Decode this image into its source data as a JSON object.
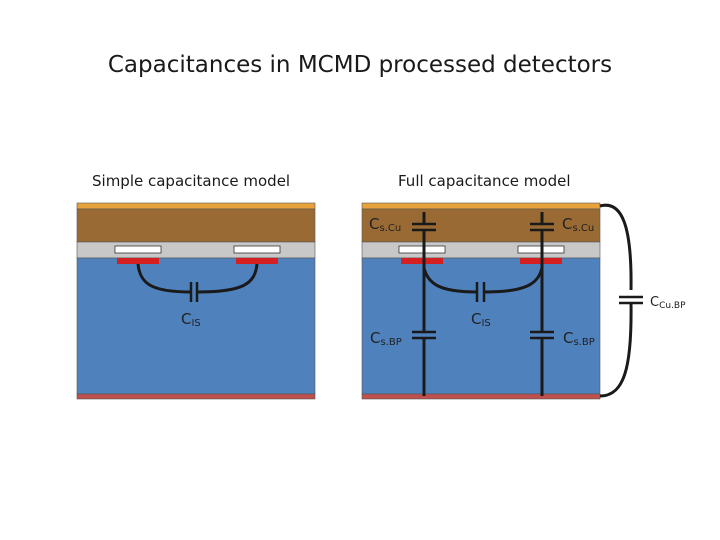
{
  "title": "Capacitances in MCMD processed detectors",
  "left_panel": {
    "subtitle": "Simple capacitance model",
    "c_is": {
      "main": "C",
      "sub": "IS"
    }
  },
  "right_panel": {
    "subtitle": "Full capacitance model",
    "c_scu": {
      "main": "C",
      "sub": "s.Cu"
    },
    "c_sbp": {
      "main": "C",
      "sub": "s.BP"
    },
    "c_is": {
      "main": "C",
      "sub": "IS"
    },
    "c_cubp": {
      "main": "C",
      "sub": "Cu.BP"
    }
  },
  "colors": {
    "copper_top": "#e8a23c",
    "copper_layer": "#9a6a34",
    "oxide": "#c8c8c8",
    "silicon_bulk": "#4f81bd",
    "implant": "#d42020",
    "backplane": "#c0504d",
    "wire": "#1a1a1a"
  }
}
